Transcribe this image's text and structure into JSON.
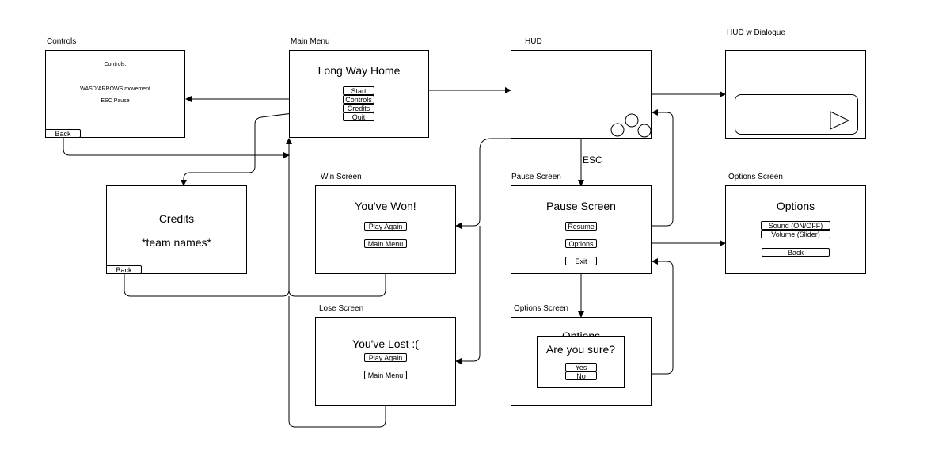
{
  "controls": {
    "caption": "Controls",
    "heading": "Controls:",
    "line1": "WASD/ARROWS movement",
    "line2": "ESC Pause",
    "back": "Back"
  },
  "main_menu": {
    "caption": "Main Menu",
    "title": "Long Way Home",
    "buttons": [
      "Start",
      "Controls",
      "Credits",
      "Quit"
    ]
  },
  "hud": {
    "caption": "HUD"
  },
  "hud_dialogue": {
    "caption": "HUD w Dialogue"
  },
  "credits": {
    "title": "Credits",
    "body": "*team names*",
    "back": "Back"
  },
  "win": {
    "caption": "Win Screen",
    "title": "You've Won!",
    "play_again": "Play Again",
    "main_menu": "Main Menu"
  },
  "lose": {
    "caption": "Lose Screen",
    "title": "You've Lost :(",
    "play_again": "Play Again",
    "main_menu": "Main Menu"
  },
  "pause": {
    "caption": "Pause Screen",
    "title": "Pause Screen",
    "resume": "Resume",
    "options": "Options",
    "exit": "Exit"
  },
  "options": {
    "caption": "Options Screen",
    "title": "Options",
    "sound": "Sound (ON/OFF)",
    "volume": "Volume (Slider)",
    "back": "Back"
  },
  "confirm": {
    "caption": "Options Screen",
    "behind_title": "Options",
    "question": "Are you sure?",
    "yes": "Yes",
    "no": "No"
  },
  "transition_label": "ESC"
}
